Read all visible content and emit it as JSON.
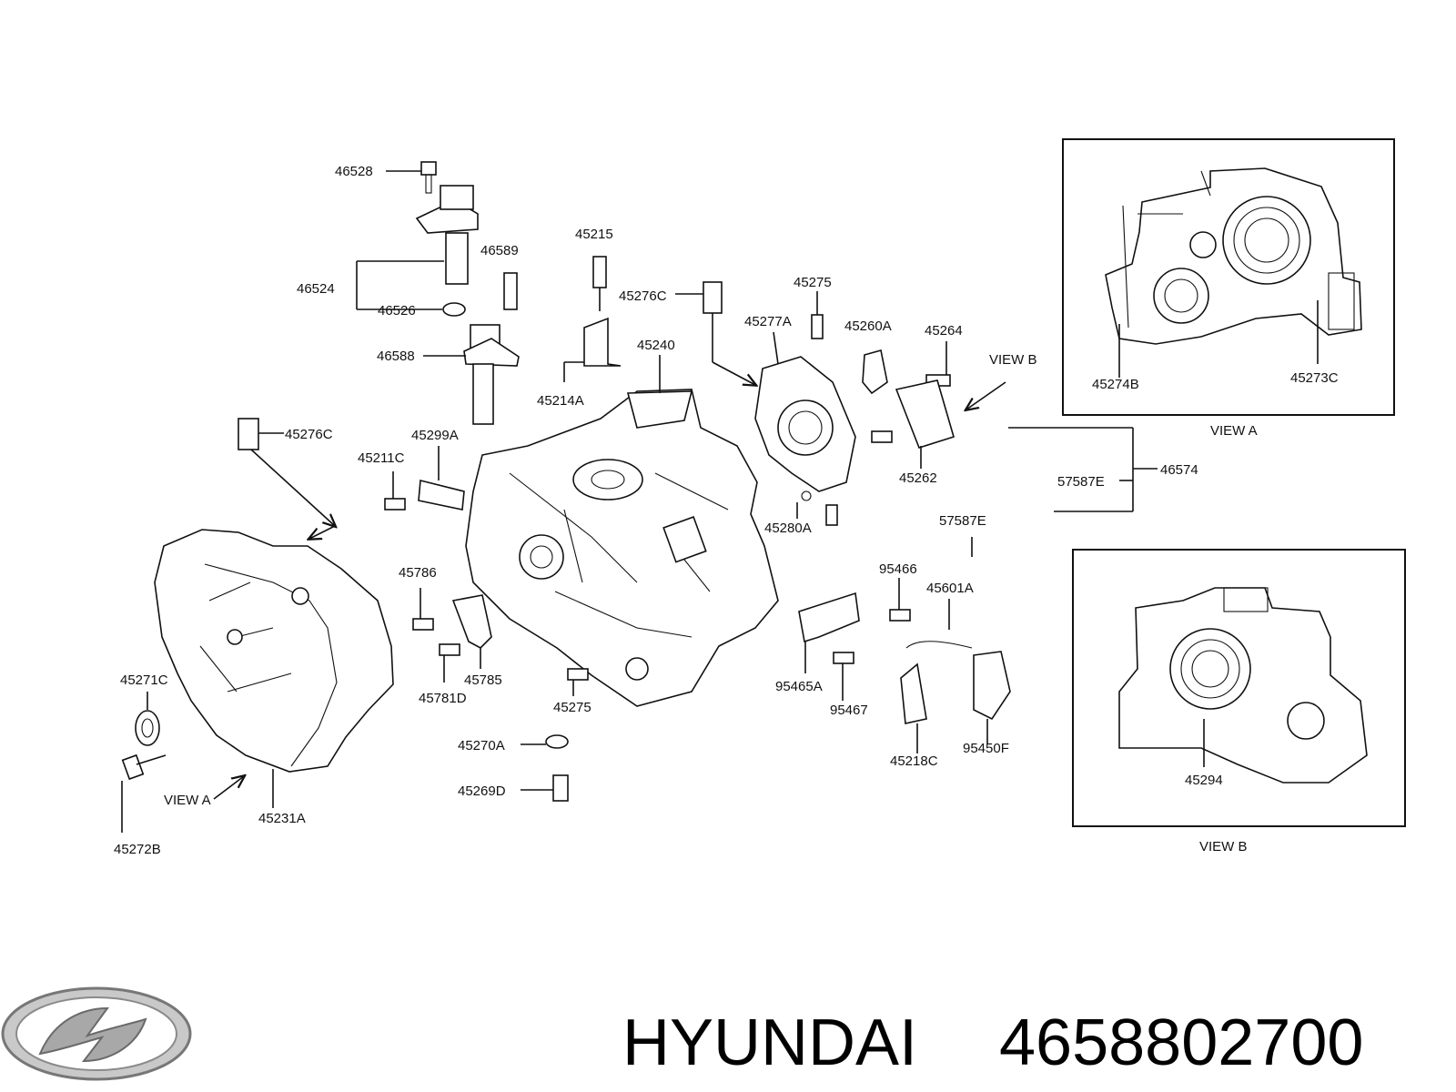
{
  "brand": {
    "name": "HYUNDAI",
    "part_number": "4658802700",
    "logo_icon": "hyundai-logo-icon"
  },
  "labels": {
    "p46528": "46528",
    "p46524": "46524",
    "p46526": "46526",
    "p46589": "46589",
    "p46588": "46588",
    "p45215": "45215",
    "p45276C_top": "45276C",
    "p45214A": "45214A",
    "p45240": "45240",
    "p45275_top": "45275",
    "p45277A": "45277A",
    "p45260A": "45260A",
    "p45264": "45264",
    "viewB_arrow": "VIEW B",
    "p45276C_left": "45276C",
    "p45299A": "45299A",
    "p45211C": "45211C",
    "p45262": "45262",
    "p46574": "46574",
    "p57587E_a": "57587E",
    "p57587E_b": "57587E",
    "p45280A": "45280A",
    "p45786": "45786",
    "p95466": "95466",
    "p45601A": "45601A",
    "p45271C": "45271C",
    "p45785": "45785",
    "p45781D": "45781D",
    "p45275_bottom": "45275",
    "p95465A": "95465A",
    "p95467": "95467",
    "p45218C": "45218C",
    "p95450F": "95450F",
    "p45270A": "45270A",
    "p45269D": "45269D",
    "viewA_arrow": "VIEW A",
    "p45231A": "45231A",
    "p45272B": "45272B",
    "p45274B": "45274B",
    "p45273C": "45273C",
    "viewA_caption": "VIEW A",
    "p45294": "45294",
    "viewB_caption": "VIEW B"
  }
}
